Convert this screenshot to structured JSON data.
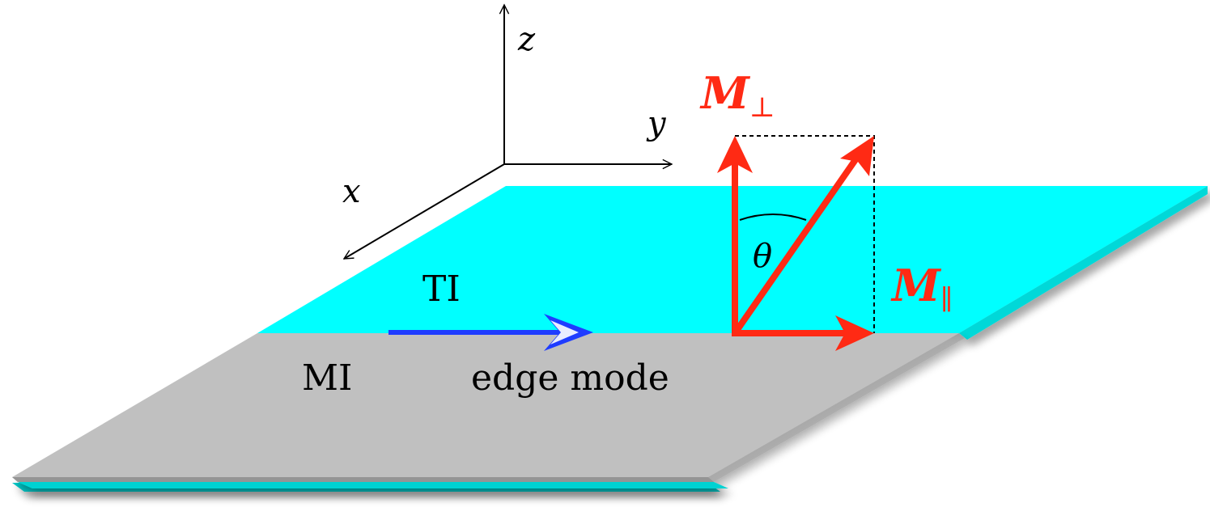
{
  "axes": {
    "x_label": "x",
    "y_label": "y",
    "z_label": "z"
  },
  "layers": {
    "ti_label": "TI",
    "mi_label": "MI",
    "edge_mode_label": "edge mode"
  },
  "magnetization": {
    "perp_symbol": "M",
    "perp_subscript": "⊥",
    "par_symbol": "M",
    "par_subscript": "∥",
    "angle_label": "θ"
  },
  "colors": {
    "ti_fill": "#00ffff",
    "ti_edge": "#00c8c8",
    "mi_fill": "#c0c0c0",
    "mi_edge": "#8c8c8c",
    "edge_mode_arrow": "#1f3cff",
    "magnetization_arrows": "#ff2a14",
    "axes": "#000000"
  }
}
